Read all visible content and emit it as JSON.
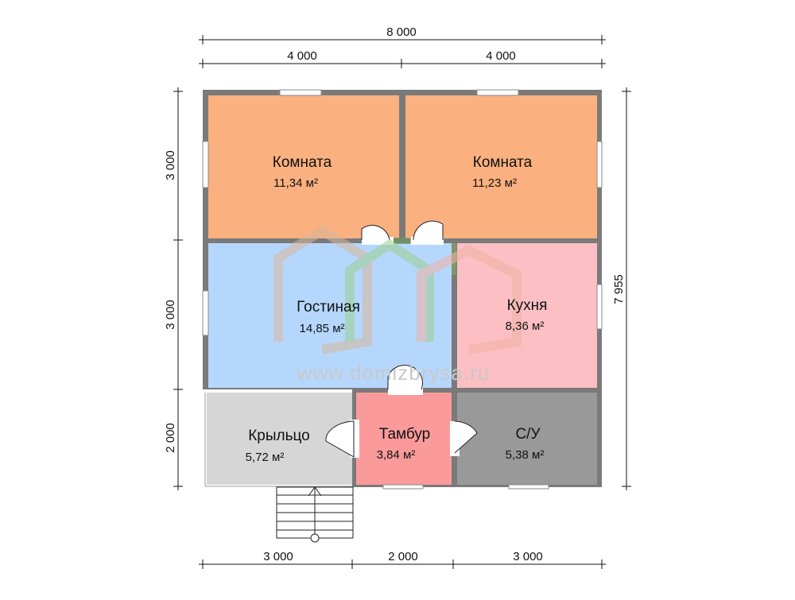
{
  "dimensions": {
    "top_total": "8 000",
    "top_left": "4 000",
    "top_right": "4 000",
    "left_top": "3 000",
    "left_middle": "3 000",
    "left_bottom": "2 000",
    "right_total": "7 955",
    "bottom_left": "3 000",
    "bottom_middle": "2 000",
    "bottom_right": "3 000"
  },
  "rooms": {
    "bedroom1": {
      "name": "Комната",
      "area": "11,34 м²",
      "color": "#fbb07f"
    },
    "bedroom2": {
      "name": "Комната",
      "area": "11,23 м²",
      "color": "#fbb07f"
    },
    "living": {
      "name": "Гостиная",
      "area": "14,85 м²",
      "color": "#b6d7fd"
    },
    "kitchen": {
      "name": "Кухня",
      "area": "8,36 м²",
      "color": "#fbbfc4"
    },
    "porch": {
      "name": "Крыльцо",
      "area": "5,72 м²",
      "color": "#d6d6d6"
    },
    "vestibule": {
      "name": "Тамбур",
      "area": "3,84 м²",
      "color": "#fb9a9a"
    },
    "bathroom": {
      "name": "С/У",
      "area": "5,38 м²",
      "color": "#999999"
    }
  },
  "wall_color": "#7a7a7a",
  "watermark": {
    "url": "www.domizbrysa.ru"
  }
}
